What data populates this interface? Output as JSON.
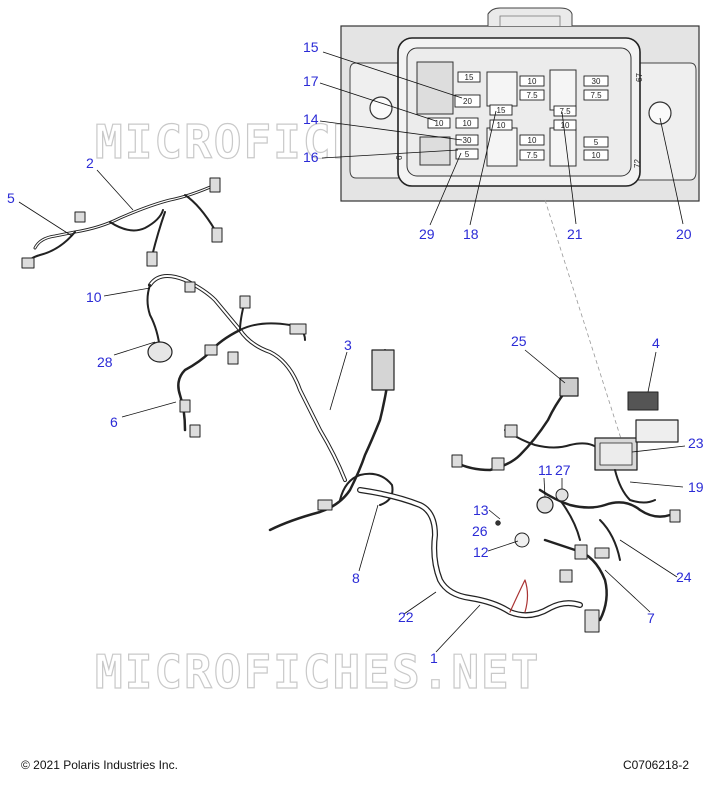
{
  "watermark": "MICROFICHES.NET",
  "footer": {
    "copyright": "© 2021 Polaris Industries Inc.",
    "figure_id": "C0706218-2"
  },
  "inset": {
    "callouts": {
      "c15": "15",
      "c17": "17",
      "c14": "14",
      "c16": "16",
      "c29": "29",
      "c18": "18",
      "c21": "21",
      "c20": "20"
    },
    "fuse_ratings": {
      "f20": "20",
      "f15a": "15",
      "f10a": "10",
      "f10b": "10",
      "f30a": "30",
      "f5a": "5",
      "f15b": "15",
      "f10c": "10",
      "f75a": "7.5",
      "f10d": "10",
      "f75b": "7.5",
      "f30b": "30",
      "f75c": "7.5",
      "f75d": "7.5",
      "f10e": "10",
      "f5b": "5",
      "f10f": "10",
      "f10g": "10"
    },
    "box_marks": {
      "m67": "67",
      "m72": "72",
      "m6": "6"
    }
  },
  "callouts": {
    "c1": "1",
    "c2": "2",
    "c3": "3",
    "c4": "4",
    "c5": "5",
    "c6": "6",
    "c7": "7",
    "c8": "8",
    "c10": "10",
    "c11": "11",
    "c12": "12",
    "c13": "13",
    "c19": "19",
    "c22": "22",
    "c23": "23",
    "c24": "24",
    "c25": "25",
    "c26": "26",
    "c27": "27",
    "c28": "28"
  }
}
